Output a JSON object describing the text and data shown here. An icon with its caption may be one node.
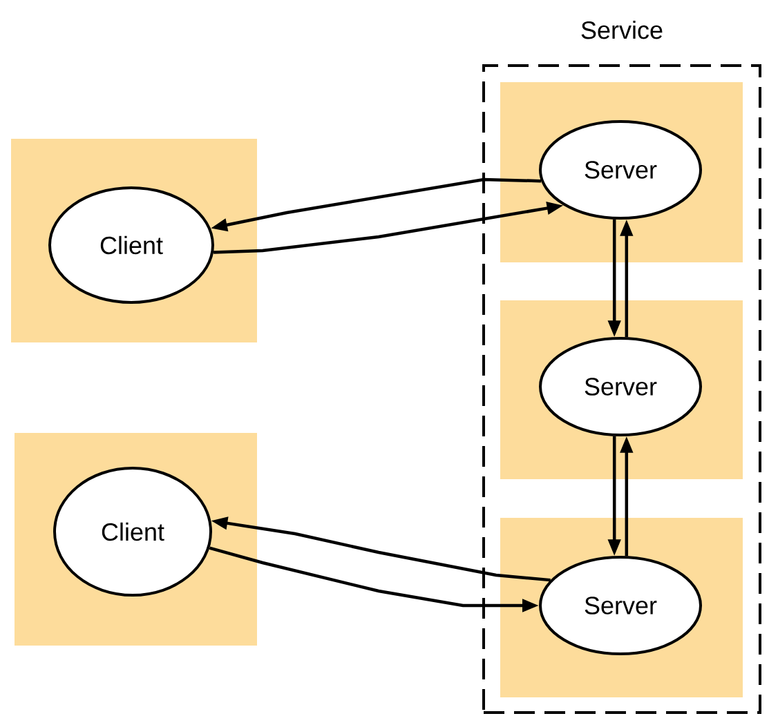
{
  "diagram": {
    "nodes": [
      {
        "text": [
          "Service"
        ]
      },
      {
        "text": [],
        "shape": "box",
        "in": 0
      },
      {
        "text": [
          "Server"
        ],
        "in": 1
      },
      {
        "text": [],
        "shape": "box"
      },
      {
        "text": [
          "Client"
        ],
        "in": 3
      },
      {
        "text": [],
        "shape": "box",
        "in": 0
      },
      {
        "text": [
          "Server"
        ],
        "in": 5
      },
      {
        "text": [],
        "shape": "box"
      },
      {
        "text": [
          "Client"
        ],
        "in": 7
      },
      {
        "text": [],
        "shape": "box",
        "in": 0
      },
      {
        "text": [
          "Server"
        ],
        "in": 9
      }
    ],
    "edges": [
      {
        "from": 2,
        "to": 4,
        "arrow": "to"
      },
      {
        "from": 4,
        "to": 2,
        "arrow": "to"
      },
      {
        "from": 2,
        "to": 6,
        "arrow": "to"
      },
      {
        "from": 6,
        "to": 2,
        "arrow": "to"
      },
      {
        "from": 6,
        "to": 10,
        "arrow": "to"
      },
      {
        "from": 10,
        "to": 6,
        "arrow": "to"
      },
      {
        "from": 10,
        "to": 8,
        "arrow": "to"
      },
      {
        "from": 8,
        "to": 10,
        "arrow": "to"
      }
    ]
  }
}
